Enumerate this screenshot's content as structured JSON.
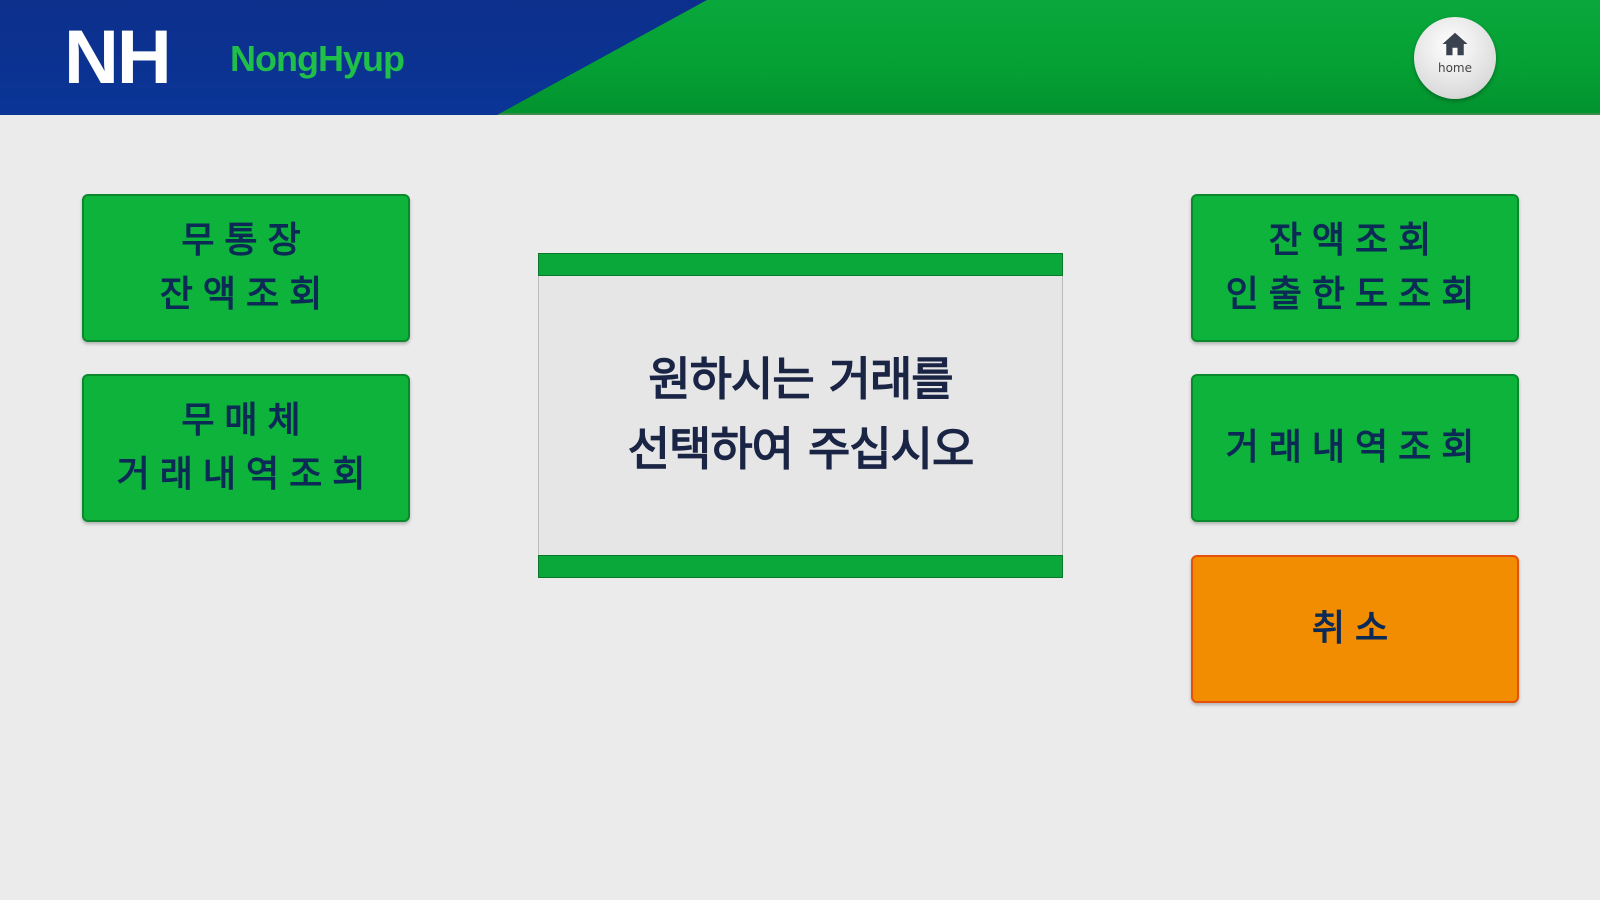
{
  "header": {
    "logo_mark": "NH",
    "logo_text": "NongHyup",
    "home_label": "home"
  },
  "left_buttons": [
    {
      "line1": "무통장",
      "line2": "잔액조회"
    },
    {
      "line1": "무매체",
      "line2": "거래내역조회"
    }
  ],
  "message": {
    "line1": "원하시는 거래를",
    "line2": "선택하여 주십시오"
  },
  "right_buttons": [
    {
      "line1": "잔액조회",
      "line2": "인출한도조회"
    },
    {
      "line1": "거래내역조회"
    },
    {
      "line1": "취소"
    }
  ],
  "colors": {
    "green": "#0db33a",
    "blue": "#0a3596",
    "orange": "#f28c00"
  }
}
